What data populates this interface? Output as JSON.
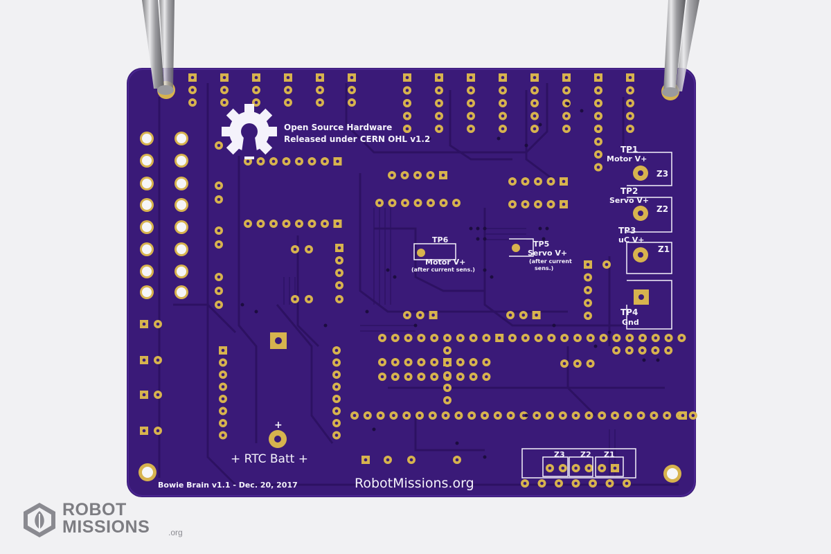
{
  "board": {
    "oshw_line1": "Open Source Hardware",
    "oshw_line2": "Released under CERN OHL v1.2",
    "tp1_label": "TP1",
    "tp1_desc": "Motor V+",
    "tp1_zone": "Z3",
    "tp2_label": "TP2",
    "tp2_desc": "Servo V+",
    "tp2_zone": "Z2",
    "tp3_label": "TP3",
    "tp3_desc": "uC V+",
    "tp3_zone": "Z1",
    "tp4_label": "TP4",
    "tp4_desc": "Gnd",
    "tp6_label": "TP6",
    "tp6_desc": "Motor V+",
    "tp6_note": "(after current sens.)",
    "tp5_label": "TP5",
    "tp5_desc": "Servo V+",
    "tp5_note1": "(after current",
    "tp5_note2": "sens.)",
    "plus_mark": "+",
    "rtc_label": "+ RTC Batt +",
    "version_label": "Bowie Brain v1.1 - Dec. 20, 2017",
    "website_label": "RobotMissions.org",
    "header_z3": "Z3",
    "header_z2": "Z2",
    "header_z1": "Z1"
  },
  "watermark": {
    "line1": "ROBOT",
    "line2": "MISSIONS",
    "tld": ".org"
  },
  "colors": {
    "background": "#f1f1f3",
    "pcb": "#3a1a78",
    "trace": "#2e1262",
    "gold": "#d7b34e",
    "silkscreen": "#f4f2fb",
    "clip_metal": "#b8b8bc"
  }
}
